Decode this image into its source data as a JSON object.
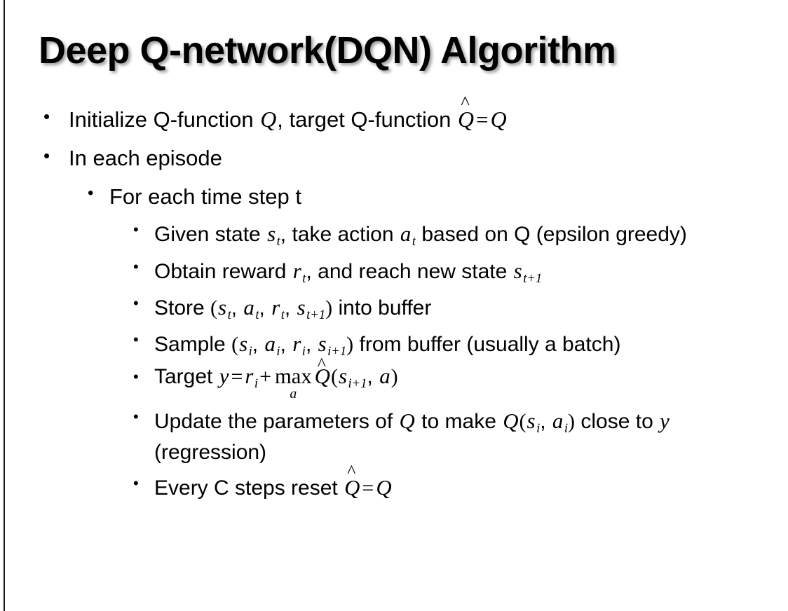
{
  "slide": {
    "title": "Deep Q-network(DQN) Algorithm",
    "background_color": "#ffffff",
    "text_color": "#000000",
    "accent_rule_color": "#1a1a1a"
  },
  "bullets": {
    "marker": "•",
    "initialize": {
      "pre": "Initialize Q-function ",
      "q1": "Q",
      "mid": ", target Q-function ",
      "qhat": "Q",
      "hat_mark": "̂",
      "equals": "=",
      "q2": "Q"
    },
    "in_each_episode": "In each episode",
    "for_each_time_step": "For each time step t",
    "given_state": {
      "pre": "Given state ",
      "s": "s",
      "s_sub": "t",
      "mid": ", take action ",
      "a": "a",
      "a_sub": "t",
      "post": " based on Q (epsilon greedy)"
    },
    "obtain_reward": {
      "pre": "Obtain reward ",
      "r": "r",
      "r_sub": "t",
      "mid": ", and reach new state ",
      "s": "s",
      "s_sub": "t+1"
    },
    "store": {
      "pre": "Store ",
      "open": "(",
      "s": "s",
      "s_sub": "t",
      "c1": ", ",
      "a": "a",
      "a_sub": "t",
      "c2": ", ",
      "r": "r",
      "r_sub": "t",
      "c3": ", ",
      "s2": "s",
      "s2_sub": "t+1",
      "close": ")",
      "post": " into buffer"
    },
    "sample": {
      "pre": "Sample ",
      "open": "(",
      "s": "s",
      "s_sub": "i",
      "c1": ", ",
      "a": "a",
      "a_sub": "i",
      "c2": ", ",
      "r": "r",
      "r_sub": "i",
      "c3": ", ",
      "s2": "s",
      "s2_sub": "i+1",
      "close": ")",
      "post": " from buffer (usually a batch)"
    },
    "target": {
      "pre": "Target ",
      "y": "y",
      "equals": "=",
      "r": "r",
      "r_sub": "i",
      "plus": "+",
      "max": "max",
      "max_sub": "a",
      "qhat": "Q",
      "hat_mark": "̂",
      "open": "(",
      "s": "s",
      "s_sub": "i+1",
      "comma": ", ",
      "a": "a",
      "close": ")"
    },
    "update": {
      "pre": "Update the parameters of ",
      "q1": "Q",
      "mid": " to make ",
      "q2": "Q",
      "open": "(",
      "s": "s",
      "s_sub": "i",
      "comma": ", ",
      "a": "a",
      "a_sub": "i",
      "close": ")",
      "post": " close to ",
      "y": "y",
      "tail": " (regression)"
    },
    "reset": {
      "pre": "Every C steps reset ",
      "qhat": "Q",
      "hat_mark": "̂",
      "equals": "=",
      "q": "Q"
    }
  }
}
